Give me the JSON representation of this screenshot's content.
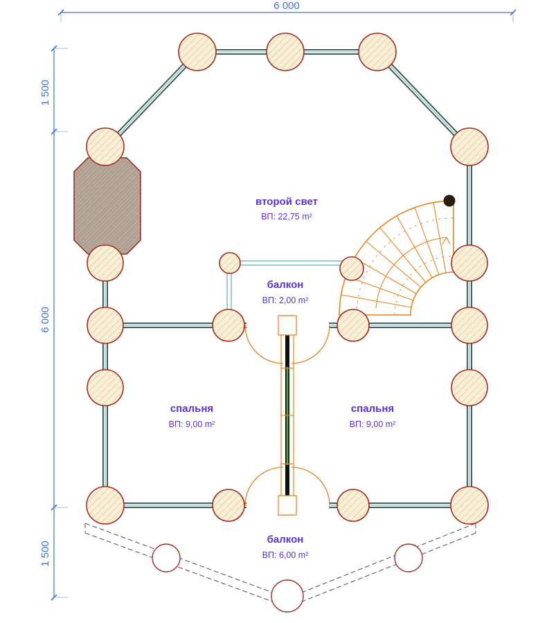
{
  "drawing": {
    "dimensions": {
      "top": "6 000",
      "left_top": "1 500",
      "left_middle": "6 000",
      "left_bottom": "1 500"
    },
    "rooms": [
      {
        "name": "второй свет",
        "area": "ВП: 22,75 m²"
      },
      {
        "name": "балкон",
        "area": "ВП: 2,00 m²"
      },
      {
        "name": "спальня",
        "area": "ВП: 9,00 m²"
      },
      {
        "name": "спальня",
        "area": "ВП: 9,00 m²"
      },
      {
        "name": "балкон",
        "area": "ВП: 6,00 m²"
      }
    ],
    "colors": {
      "dimension_blue": "#4573C9",
      "label_purple": "#5A31CF",
      "stair_orange": "#E8821E",
      "post_outline_red": "#A02C20",
      "post_fill_cream": "#F9EED6",
      "wall_dark_teal": "#2E4A4A",
      "wall_teal_center": "#7FB6BA",
      "fireplace_brown": "#B9A79A",
      "partition_green": "#57A857"
    }
  }
}
